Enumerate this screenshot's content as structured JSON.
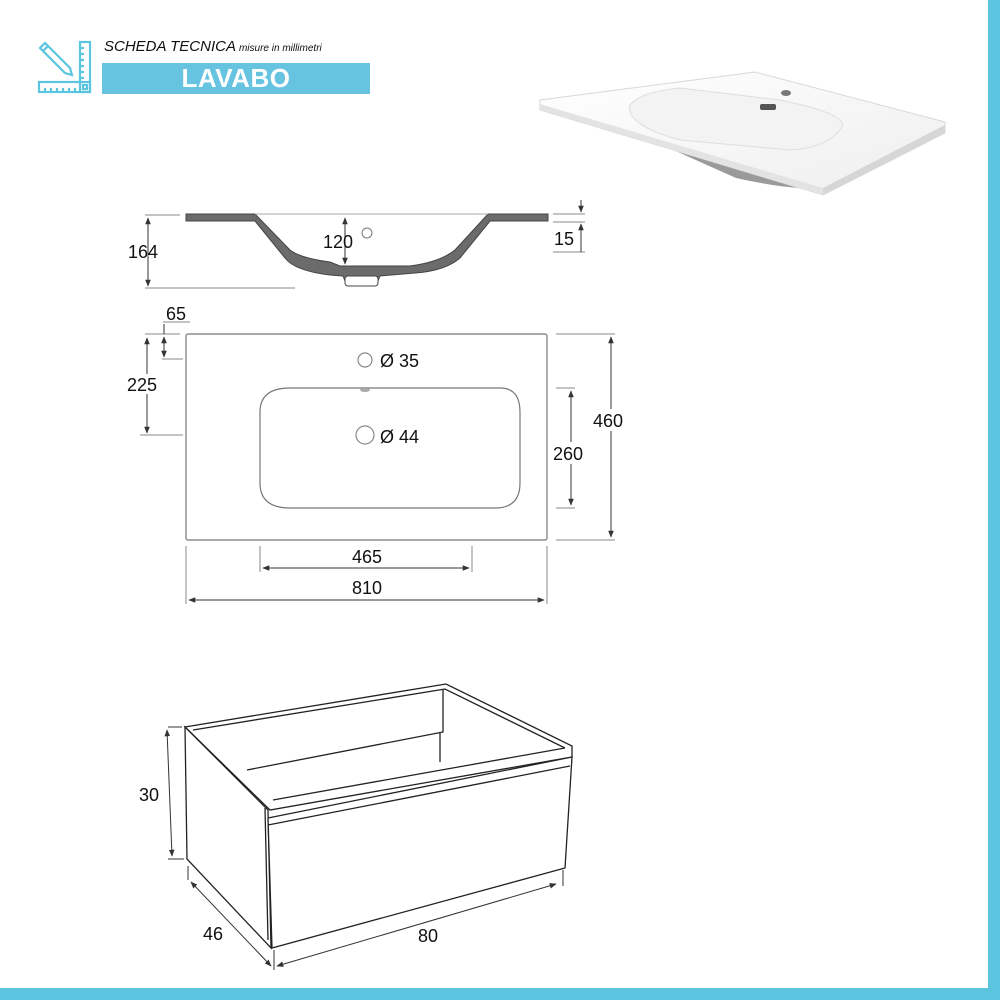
{
  "header": {
    "title": "SCHEDA TECNICA",
    "subtitle": "misure in millimetri",
    "product": "LAVABO",
    "icon": "ruler-pencil-icon"
  },
  "colors": {
    "accent": "#5bc5df",
    "title_bar": "#66c4e0",
    "line": "#555555",
    "section_fill": "#6b6b6b"
  },
  "side_view": {
    "total_height": "164",
    "basin_depth": "120",
    "rim_thickness": "15"
  },
  "top_view": {
    "top_offset": "65",
    "drain_offset": "225",
    "tap_hole": "Ø 35",
    "drain_hole": "Ø 44",
    "basin_width": "465",
    "total_width": "810",
    "basin_depth": "260",
    "total_depth": "460"
  },
  "cabinet": {
    "height": "30",
    "depth": "46",
    "width": "80"
  }
}
